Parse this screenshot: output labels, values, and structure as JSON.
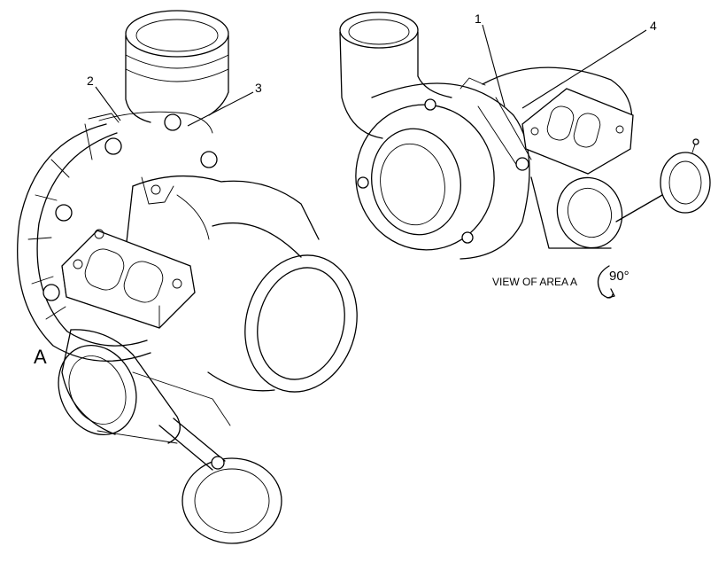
{
  "diagram": {
    "callouts": [
      {
        "id": "1",
        "label": "1"
      },
      {
        "id": "2",
        "label": "2"
      },
      {
        "id": "3",
        "label": "3"
      },
      {
        "id": "4",
        "label": "4"
      }
    ],
    "view_marker": "A",
    "view_caption": "VIEW OF AREA A",
    "rotation_label": "90°",
    "colors": {
      "ink": "#000000",
      "paper": "#ffffff"
    }
  }
}
